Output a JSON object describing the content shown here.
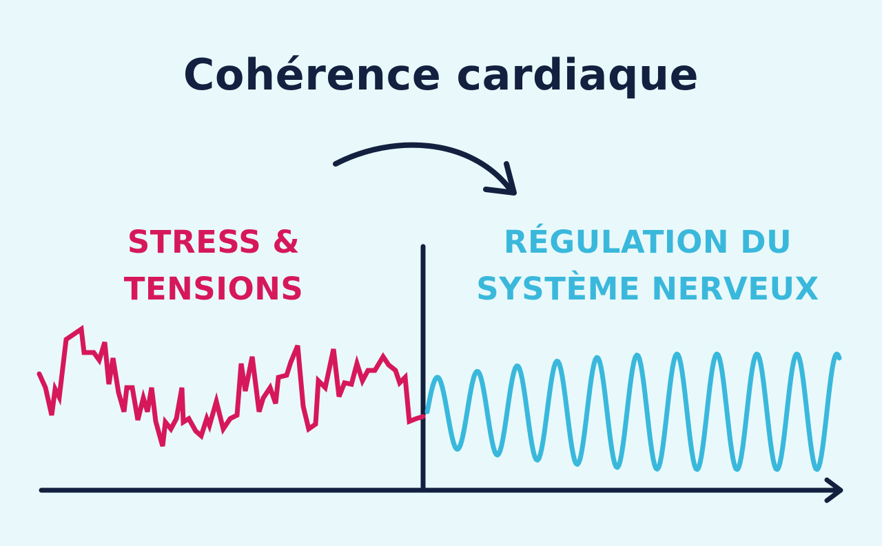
{
  "title": "Cohérence cardiaque",
  "left_label": {
    "line1": "STRESS &",
    "line2": "TENSIONS"
  },
  "right_label": {
    "line1": "RÉGULATION DU",
    "line2": "SYSTÈME NERVEUX"
  },
  "colors": {
    "background": "#e9f9fb",
    "title": "#14203f",
    "axis": "#14203f",
    "stress": "#d6185b",
    "regulation": "#3ab8dc"
  },
  "icons": {
    "transition_arrow": "curved-arrow-icon",
    "axis_arrow": "arrow-right-icon"
  }
}
